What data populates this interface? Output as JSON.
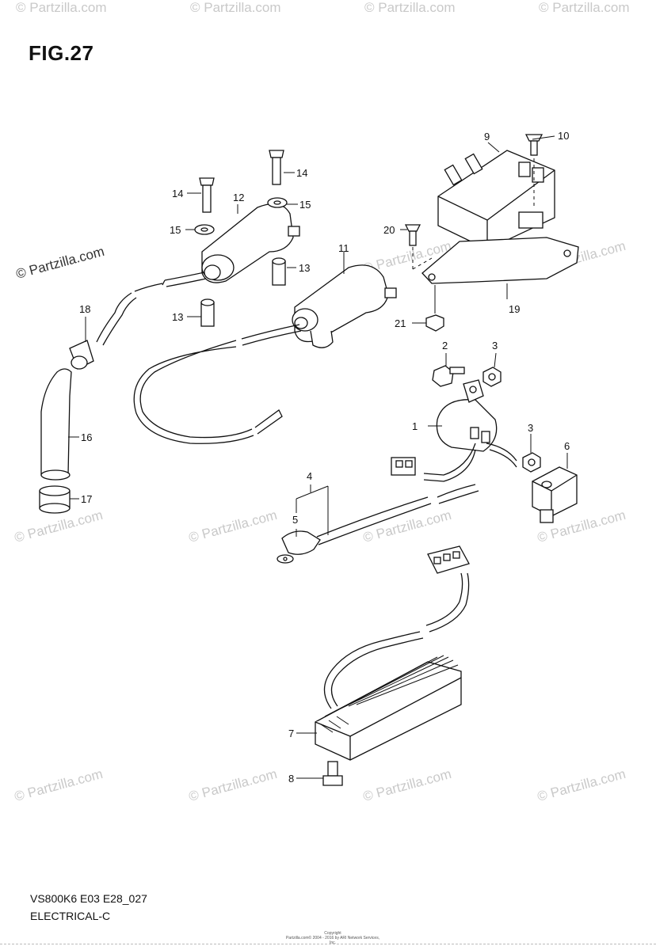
{
  "figure": {
    "title": "FIG.27",
    "code": "VS800K6 E03 E28_027",
    "section": "ELECTRICAL-C",
    "copyright_line1": "Copyright",
    "copyright_line2": "Partzilla.com© 2004 - 2016 by ARI Network Services, Inc."
  },
  "watermark": {
    "text": "© Partzilla.com",
    "side_text": "© Partzilla.com"
  },
  "callouts": [
    {
      "label": "1"
    },
    {
      "label": "2"
    },
    {
      "label": "3"
    },
    {
      "label": "3"
    },
    {
      "label": "4"
    },
    {
      "label": "5"
    },
    {
      "label": "6"
    },
    {
      "label": "7"
    },
    {
      "label": "8"
    },
    {
      "label": "9"
    },
    {
      "label": "10"
    },
    {
      "label": "11"
    },
    {
      "label": "12"
    },
    {
      "label": "13"
    },
    {
      "label": "13"
    },
    {
      "label": "14"
    },
    {
      "label": "14"
    },
    {
      "label": "15"
    },
    {
      "label": "15"
    },
    {
      "label": "16"
    },
    {
      "label": "17"
    },
    {
      "label": "18"
    },
    {
      "label": "19"
    },
    {
      "label": "20"
    },
    {
      "label": "21"
    }
  ]
}
